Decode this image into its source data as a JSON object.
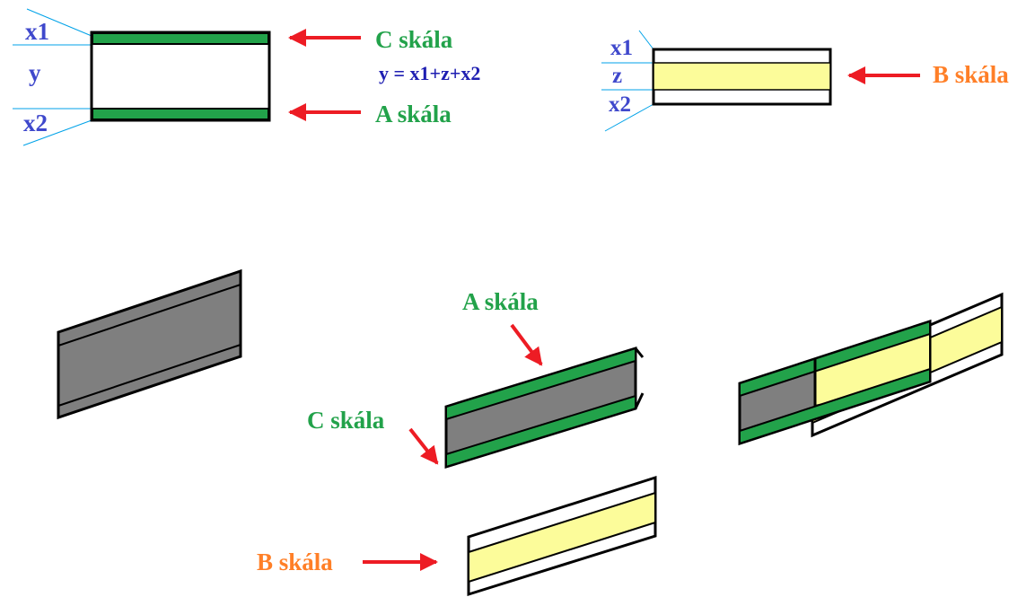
{
  "colors": {
    "green": "#22a24a",
    "yellow": "#fcfc9a",
    "gray": "#7f7f7f",
    "blue": "#3f48cc",
    "arrow_red": "#ed1c24",
    "orange": "#ff7f27",
    "navy": "#1f1fb2",
    "stroke": "#000000",
    "leader": "#00a2e8"
  },
  "top_left": {
    "x1": "x1",
    "y": "y",
    "x2": "x2",
    "label_c": "C skála",
    "label_a": "A skála",
    "formula": "y = x1+z+x2"
  },
  "top_right": {
    "x1": "x1",
    "z": "z",
    "x2": "x2",
    "label_b": "B skála"
  },
  "bottom": {
    "label_a": "A skála",
    "label_c": "C skála",
    "label_b": "B skála"
  },
  "icons": {
    "arrow": "arrow-icon"
  }
}
